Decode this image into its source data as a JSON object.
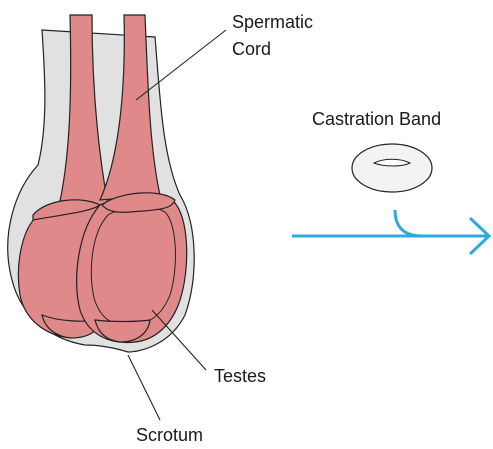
{
  "diagram": {
    "labels": {
      "spermatic_cord_line1": "Spermatic",
      "spermatic_cord_line2": "Cord",
      "castration_band": "Castration Band",
      "testes": "Testes",
      "scrotum": "Scrotum"
    },
    "colors": {
      "scrotum_fill": "#e1e1e1",
      "tissue_fill": "#e0898a",
      "outline": "#222222",
      "arrow": "#2fa8dc",
      "band_fill": "#f3f3f3"
    }
  }
}
